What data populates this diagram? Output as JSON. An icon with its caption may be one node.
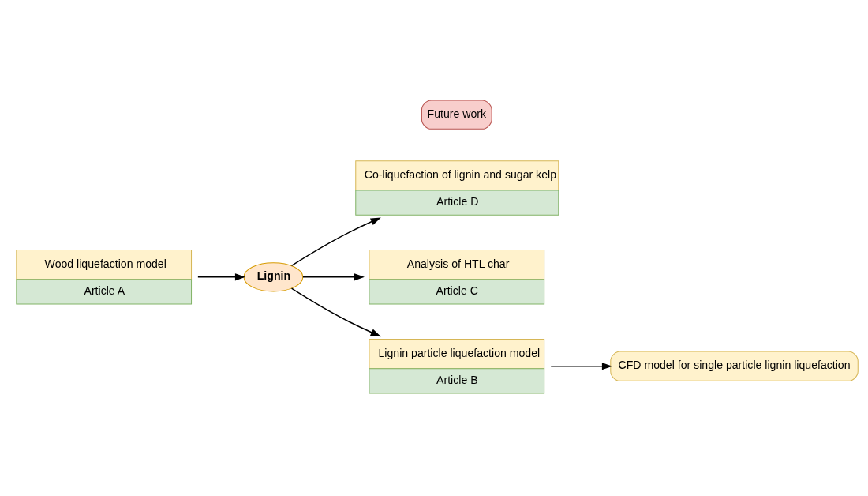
{
  "diagram": {
    "nodes": [
      {
        "text": [
          "Co-liquefaction of lignin and sugar kelp",
          "Article D"
        ]
      },
      {
        "text": [
          "Wood liquefaction model",
          "Article A"
        ]
      },
      {
        "text": [
          "Lignin"
        ]
      },
      {
        "text": [
          "Analysis of HTL char",
          "Article C"
        ]
      },
      {
        "text": [
          "Lignin particle liquefaction model",
          "Article B"
        ]
      },
      {
        "text": [
          "Future work"
        ]
      },
      {
        "text": [
          "CFD model for single particle lignin liquefaction"
        ]
      }
    ],
    "edges": [
      {
        "from": 1,
        "to": 2,
        "arrow": "to"
      },
      {
        "from": 2,
        "to": 0,
        "arrow": "to"
      },
      {
        "from": 2,
        "to": 3,
        "arrow": "to"
      },
      {
        "from": 2,
        "to": 4,
        "arrow": "to"
      },
      {
        "from": 4,
        "to": 6,
        "arrow": "to"
      }
    ]
  }
}
